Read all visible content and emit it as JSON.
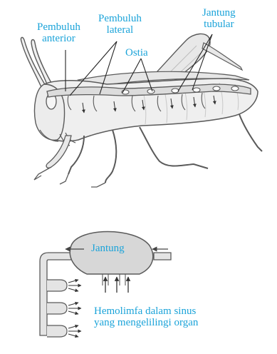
{
  "colors": {
    "label": "#1aa3d9",
    "outline": "#5a5a5a",
    "body_fill": "#efefef",
    "shade": "#cfcfcf",
    "vessel_fill": "#dcdcdc",
    "heart_fill": "#d7d7d7",
    "dark": "#222222"
  },
  "grasshopper_labels": {
    "anterior_vessel": [
      "Pembuluh",
      "anterior"
    ],
    "lateral_vessel": [
      "Pembuluh",
      "lateral"
    ],
    "ostia": "Ostia",
    "tubular_heart": [
      "Jantung",
      "tubular"
    ]
  },
  "circulation_labels": {
    "heart": "Jantung",
    "hemolymph": [
      "Hemolimfa dalam sinus",
      "yang mengelilingi organ"
    ]
  },
  "icons": [
    "grasshopper-illustration",
    "open-circulation-schematic"
  ]
}
